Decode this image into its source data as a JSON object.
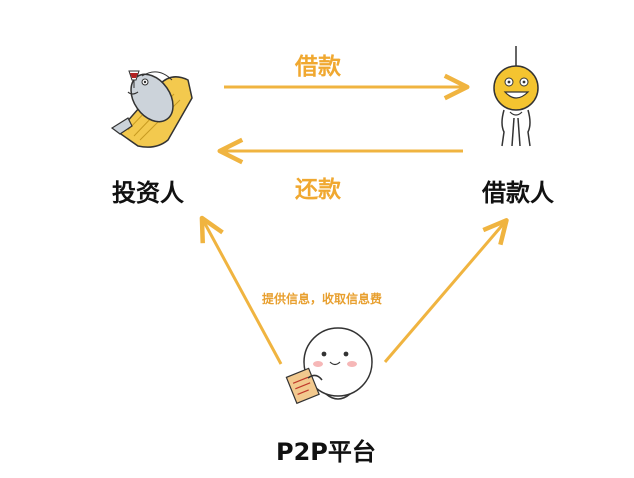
{
  "colors": {
    "arrow": "#F0B440",
    "edge_text": "#F0A830",
    "node_text": "#111111"
  },
  "nodes": {
    "investor": {
      "label": "投资人",
      "icon": "fish-on-sofa-icon"
    },
    "borrower": {
      "label": "借款人",
      "icon": "hanging-smiley-icon"
    },
    "platform": {
      "label": "P2P平台",
      "icon": "round-mascot-with-document-icon"
    }
  },
  "edges": {
    "borrow": {
      "label": "借款"
    },
    "repay": {
      "label": "还款"
    },
    "platform_note": {
      "label": "提供信息，收取信息费"
    }
  }
}
